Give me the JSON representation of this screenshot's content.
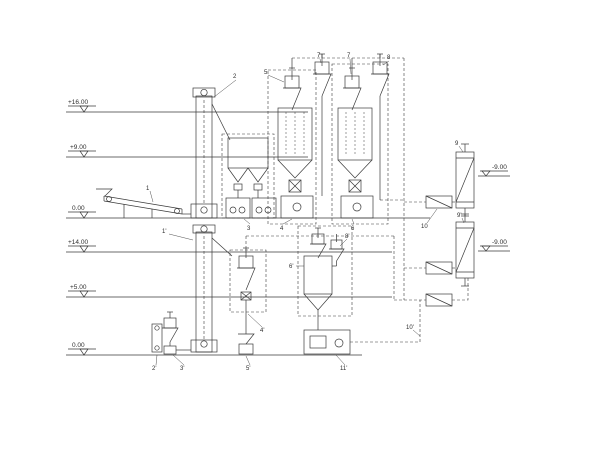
{
  "colors": {
    "background": "#ffffff",
    "line": "#3a3a3a"
  },
  "elevations": [
    {
      "label": "+16.00"
    },
    {
      "label": "+9.00"
    },
    {
      "label": "0.00"
    },
    {
      "label": "+14.00"
    },
    {
      "label": "+5.00"
    },
    {
      "label": "0.00"
    },
    {
      "label": "-9.00"
    },
    {
      "label": "-9.00"
    }
  ],
  "labels": [
    {
      "id": "1"
    },
    {
      "id": "2"
    },
    {
      "id": "3"
    },
    {
      "id": "4"
    },
    {
      "id": "5"
    },
    {
      "id": "6"
    },
    {
      "id": "7"
    },
    {
      "id": "7"
    },
    {
      "id": "8"
    },
    {
      "id": "9"
    },
    {
      "id": "10"
    },
    {
      "id": "1'"
    },
    {
      "id": "2'"
    },
    {
      "id": "3'"
    },
    {
      "id": "4'"
    },
    {
      "id": "5'"
    },
    {
      "id": "6'"
    },
    {
      "id": "8'"
    },
    {
      "id": "9'"
    },
    {
      "id": "10'"
    },
    {
      "id": "11'"
    }
  ]
}
